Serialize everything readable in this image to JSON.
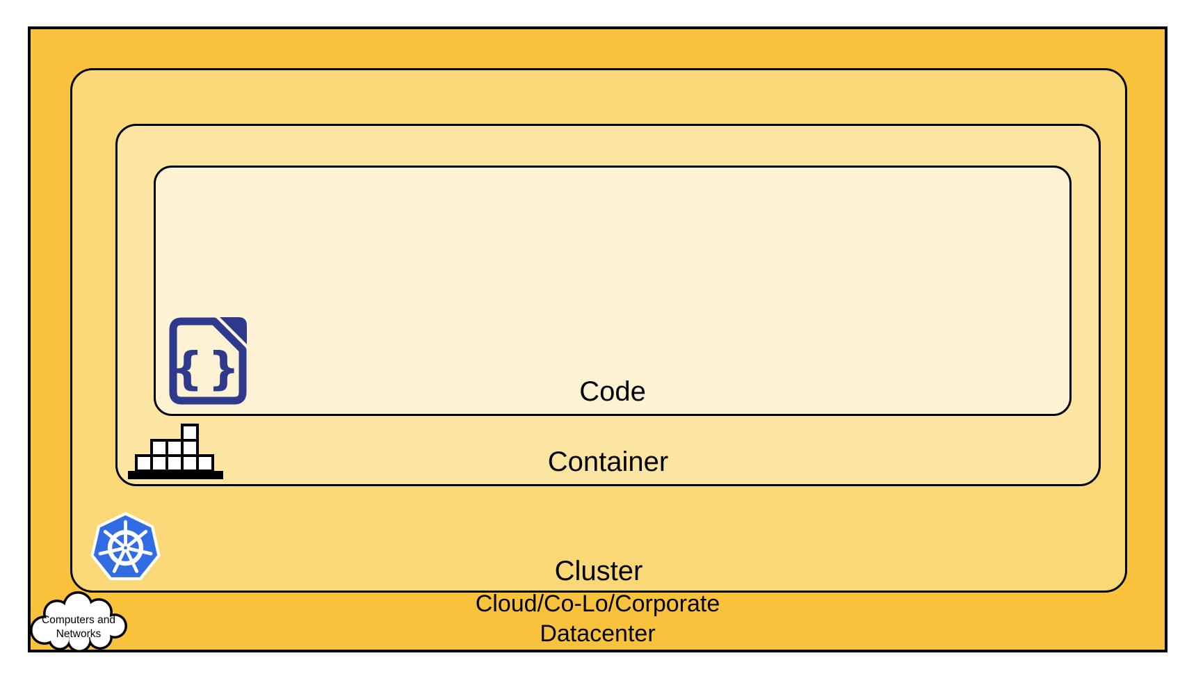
{
  "colors": {
    "page_bg": "#FFFFFF",
    "datacenter_fill": "#F9C23C",
    "cluster_fill": "#FBD877",
    "container_fill": "#FCE5A0",
    "code_fill": "#FDF3D4",
    "border": "#000000",
    "label_text": "#000000",
    "kubernetes_blue": "#326CE5",
    "code_icon_indigo": "#2E3A8C",
    "cloud_fill": "#FFFFFF",
    "cloud_outline": "#000000",
    "container_icon_black": "#000000",
    "container_icon_white": "#FFFFFF"
  },
  "layers": {
    "code": {
      "label": "Code",
      "icon": "code-file-icon",
      "icon_glyph": "{}"
    },
    "container": {
      "label": "Container",
      "icon": "container-blocks-icon"
    },
    "cluster": {
      "label": "Cluster",
      "icon": "kubernetes-icon"
    },
    "datacenter": {
      "label_line1": "Cloud/Co-Lo/Corporate",
      "label_line2": "Datacenter",
      "icon": "computers-networks-cloud-icon",
      "cloud_text_line1": "Computers and",
      "cloud_text_line2": "Networks"
    }
  }
}
